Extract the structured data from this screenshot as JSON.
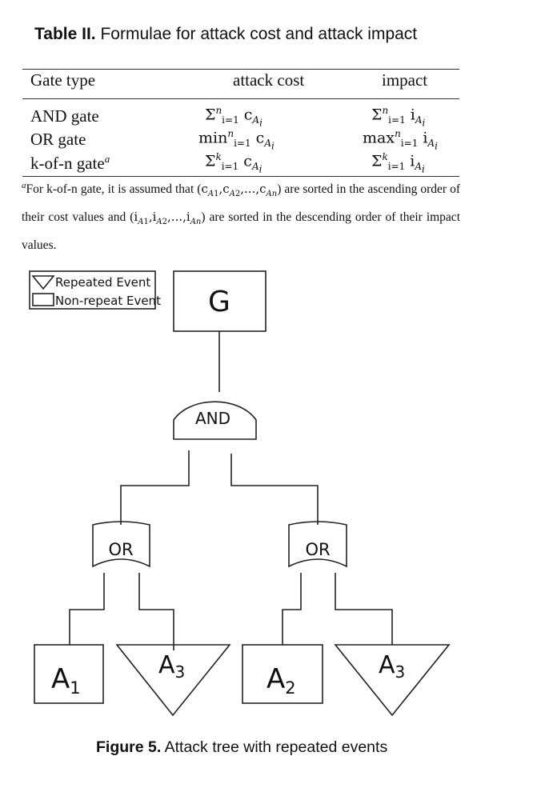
{
  "table": {
    "caption_label": "Table II.",
    "caption_text": " Formulae for attack cost and attack impact",
    "headers": [
      "Gate type",
      "attack cost",
      "impact"
    ],
    "rows": [
      {
        "gate": "AND gate",
        "gate_sup": "",
        "cost_op": "Σ",
        "cost_sup": "n",
        "cost_sub": "i=1",
        "cost_var": "c",
        "cost_varsub": "A",
        "cost_varsubsub": "i",
        "impact_op": "Σ",
        "impact_sup": "n",
        "impact_sub": "i=1",
        "impact_var": "i",
        "impact_varsub": "A",
        "impact_varsubsub": "i"
      },
      {
        "gate": "OR gate",
        "gate_sup": "",
        "cost_op": "min",
        "cost_sup": "n",
        "cost_sub": "i=1",
        "cost_var": "c",
        "cost_varsub": "A",
        "cost_varsubsub": "i",
        "impact_op": "max",
        "impact_sup": "n",
        "impact_sub": "i=1",
        "impact_var": "i",
        "impact_varsub": "A",
        "impact_varsubsub": "i"
      },
      {
        "gate": "k-of-n gate",
        "gate_sup": "a",
        "cost_op": "Σ",
        "cost_sup": "k",
        "cost_sub": "i=1",
        "cost_var": "c",
        "cost_varsub": "A",
        "cost_varsubsub": "i",
        "impact_op": "Σ",
        "impact_sup": "k",
        "impact_sub": "i=1",
        "impact_var": "i",
        "impact_varsub": "A",
        "impact_varsubsub": "i"
      }
    ],
    "footnote": {
      "marker": "a",
      "part1": "For k-of-n gate, it is assumed that (",
      "cost_seq": "c",
      "part2": ") are sorted in the ascending order of their cost values and (",
      "impact_seq": "i",
      "part3": ") are sorted in the descending order of their impact values."
    }
  },
  "diagram": {
    "legend": {
      "repeated": "Repeated Event",
      "nonrepeat": "Non-repeat Event"
    },
    "root": "G",
    "and_gate": "AND",
    "or_left": "OR",
    "or_right": "OR",
    "leaves": [
      {
        "letter": "A",
        "sub": "1",
        "kind": "non-repeat"
      },
      {
        "letter": "A",
        "sub": "3",
        "kind": "repeated"
      },
      {
        "letter": "A",
        "sub": "2",
        "kind": "non-repeat"
      },
      {
        "letter": "A",
        "sub": "3",
        "kind": "repeated"
      }
    ]
  },
  "figure_caption": {
    "label": "Figure 5.",
    "text": " Attack tree with repeated events"
  }
}
